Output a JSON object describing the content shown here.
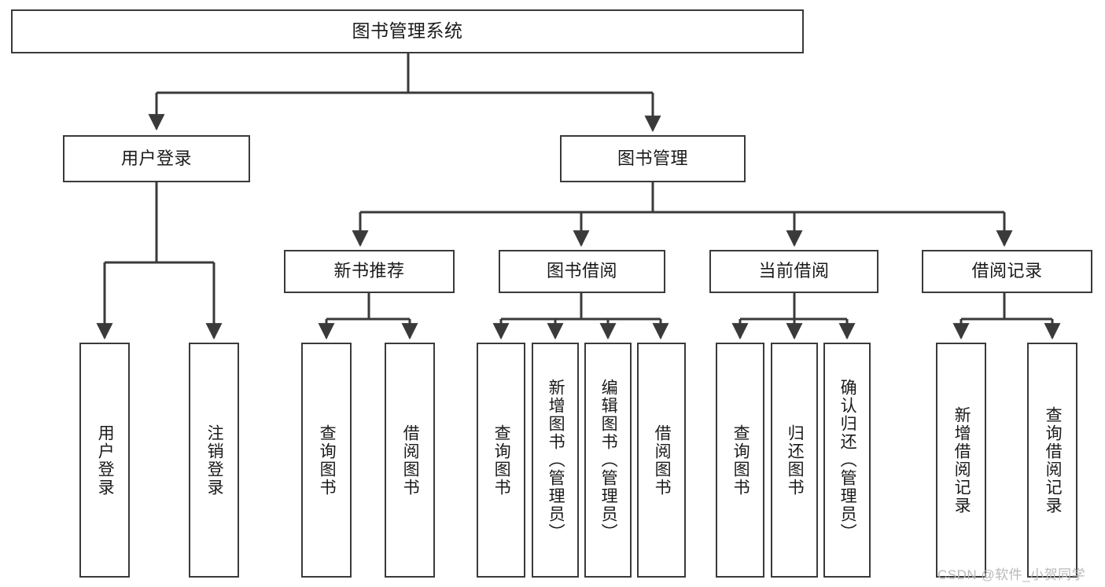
{
  "diagram": {
    "type": "tree-hierarchy-chart",
    "title": "图书管理系统",
    "stroke_color": "#3a3a3a",
    "background_color": "#ffffff",
    "watermark": "CSDN @软件_小贺同学",
    "levels": {
      "level1": [
        "图书管理系统"
      ],
      "level2": [
        "用户登录",
        "图书管理"
      ],
      "level3": [
        "新书推荐",
        "图书借阅",
        "当前借阅",
        "借阅记录"
      ],
      "level4": [
        "用户登录",
        "注销登录",
        "查询图书",
        "借阅图书",
        "查询图书",
        "新增图书（管理员）",
        "编辑图书（管理员）",
        "借阅图书",
        "查询图书",
        "归还图书",
        "确认归还（管理员）",
        "新增借阅记录",
        "查询借阅记录"
      ]
    },
    "nodes": {
      "root": {
        "label": "图书管理系统"
      },
      "user_login": {
        "label": "用户登录"
      },
      "book_manage": {
        "label": "图书管理"
      },
      "new_book_rec": {
        "label": "新书推荐"
      },
      "book_borrow": {
        "label": "图书借阅"
      },
      "current_borrow": {
        "label": "当前借阅"
      },
      "borrow_record": {
        "label": "借阅记录"
      },
      "leaf_user_login": {
        "label": "用户登录"
      },
      "leaf_logout": {
        "label": "注销登录"
      },
      "leaf_query_book_a": {
        "label": "查询图书"
      },
      "leaf_borrow_book_a": {
        "label": "借阅图书"
      },
      "leaf_query_book_b": {
        "label": "查询图书"
      },
      "leaf_add_book_admin": {
        "label": "新增图书（管理员）"
      },
      "leaf_edit_book_admin": {
        "label": "编辑图书（管理员）"
      },
      "leaf_borrow_book_b": {
        "label": "借阅图书"
      },
      "leaf_query_book_c": {
        "label": "查询图书"
      },
      "leaf_return_book": {
        "label": "归还图书"
      },
      "leaf_confirm_return_admin": {
        "label": "确认归还（管理员）"
      },
      "leaf_add_record": {
        "label": "新增借阅记录"
      },
      "leaf_query_record": {
        "label": "查询借阅记录"
      }
    },
    "edges": [
      {
        "from": "图书管理系统",
        "to": "用户登录"
      },
      {
        "from": "图书管理系统",
        "to": "图书管理"
      },
      {
        "from": "用户登录",
        "to": "用户登录"
      },
      {
        "from": "用户登录",
        "to": "注销登录"
      },
      {
        "from": "图书管理",
        "to": "新书推荐"
      },
      {
        "from": "图书管理",
        "to": "图书借阅"
      },
      {
        "from": "图书管理",
        "to": "当前借阅"
      },
      {
        "from": "图书管理",
        "to": "借阅记录"
      },
      {
        "from": "新书推荐",
        "to": "查询图书"
      },
      {
        "from": "新书推荐",
        "to": "借阅图书"
      },
      {
        "from": "图书借阅",
        "to": "查询图书"
      },
      {
        "from": "图书借阅",
        "to": "新增图书（管理员）"
      },
      {
        "from": "图书借阅",
        "to": "编辑图书（管理员）"
      },
      {
        "from": "图书借阅",
        "to": "借阅图书"
      },
      {
        "from": "当前借阅",
        "to": "查询图书"
      },
      {
        "from": "当前借阅",
        "to": "归还图书"
      },
      {
        "from": "当前借阅",
        "to": "确认归还（管理员）"
      },
      {
        "from": "借阅记录",
        "to": "新增借阅记录"
      },
      {
        "from": "借阅记录",
        "to": "查询借阅记录"
      }
    ]
  }
}
